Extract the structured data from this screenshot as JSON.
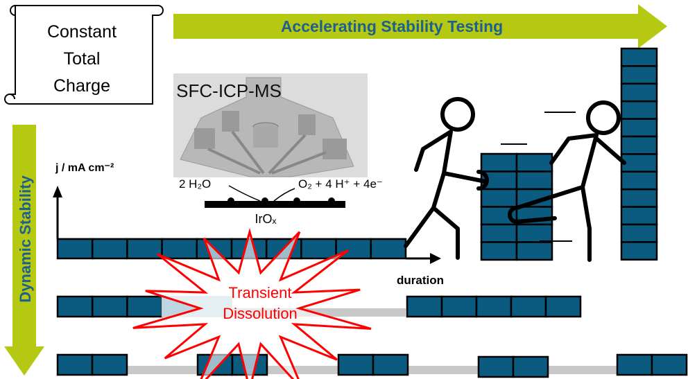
{
  "scroll_label": [
    "Constant",
    "Total",
    "Charge"
  ],
  "top_arrow_label": "Accelerating Stability Testing",
  "side_arrow_label": "Dynamic Stability",
  "instrument": {
    "title": "SFC-ICP-MS",
    "reactant": "2 H₂O",
    "products": "O₂ + 4 H⁺ + 4e⁻",
    "electrode": "IrOₓ"
  },
  "axes": {
    "y_label": "j / mA cm⁻²",
    "x_label": "duration"
  },
  "starburst_label": [
    "Transient",
    "Dissolution"
  ],
  "colors": {
    "arrow": "#b5c912",
    "arrow_text": "#1f5f8b",
    "block": "#0b5a80",
    "burst": "#ff0000"
  },
  "rows": {
    "row1_blocks": 10,
    "row2_blocks_first": 3,
    "row2_blocks_dissolved": 2,
    "row2_blocks_second": 5,
    "row3_pairs": 5,
    "middle_stack_rows": 6,
    "tall_column_rows": 12
  }
}
